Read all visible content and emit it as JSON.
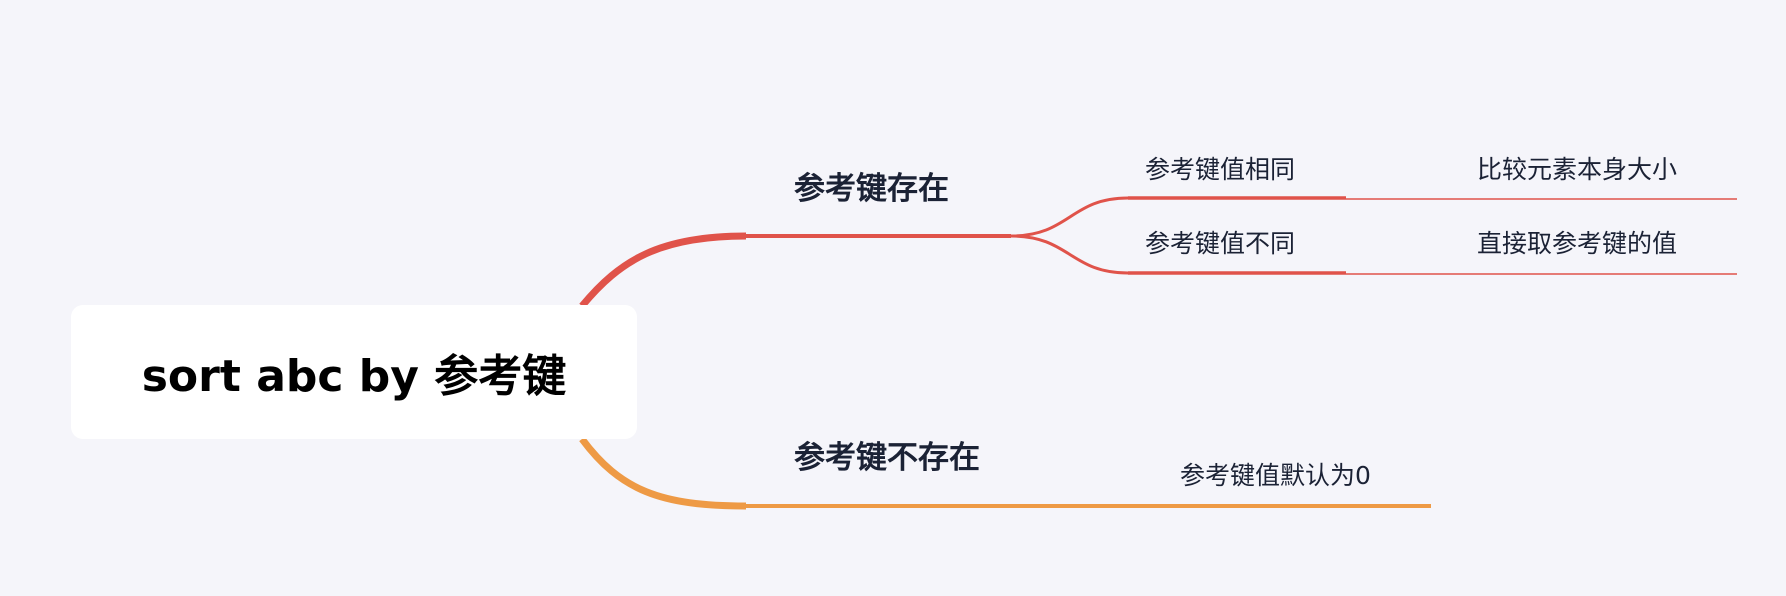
{
  "root": {
    "label": "sort abc by 参考键"
  },
  "branches": [
    {
      "label": "参考键存在",
      "color": "#E0534A",
      "children": [
        {
          "label": "参考键值相同",
          "child": "比较元素本身大小"
        },
        {
          "label": "参考键值不同",
          "child": "直接取参考键的值"
        }
      ]
    },
    {
      "label": "参考键不存在",
      "color": "#EE9A45",
      "children": [
        {
          "label": "参考键值默认为0"
        }
      ]
    }
  ]
}
